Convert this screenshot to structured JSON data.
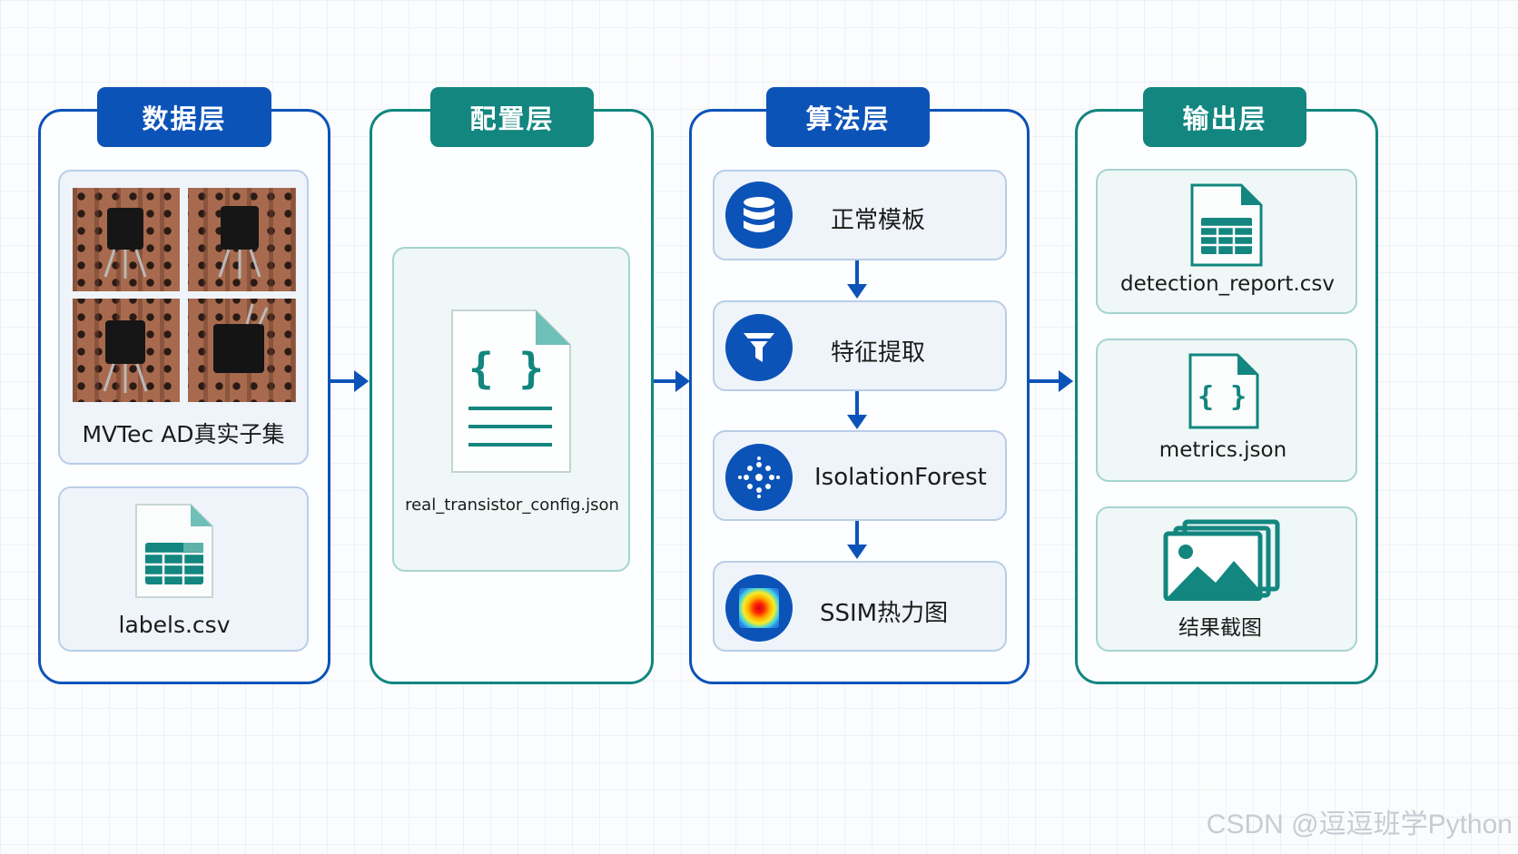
{
  "layers": {
    "data": {
      "title": "数据层",
      "dataset_label": "MVTec AD真实子集",
      "labels_file": "labels.csv"
    },
    "config": {
      "title": "配置层",
      "config_file": "real_transistor_config.json"
    },
    "algorithm": {
      "title": "算法层",
      "steps": [
        {
          "label": "正常模板",
          "icon": "database-icon"
        },
        {
          "label": "特征提取",
          "icon": "funnel-icon"
        },
        {
          "label": "IsolationForest",
          "icon": "dots-cluster-icon"
        },
        {
          "label": "SSIM热力图",
          "icon": "heatmap-icon"
        }
      ]
    },
    "output": {
      "title": "输出层",
      "files": [
        {
          "label": "detection_report.csv",
          "icon": "spreadsheet-file-icon"
        },
        {
          "label": "metrics.json",
          "icon": "json-file-icon"
        },
        {
          "label": "结果截图",
          "icon": "image-gallery-icon"
        }
      ]
    }
  },
  "watermark": "CSDN @逗逗班学Python",
  "colors": {
    "blue": "#0c53b8",
    "teal": "#12867f",
    "pcb_copper": "#a86a4e"
  }
}
